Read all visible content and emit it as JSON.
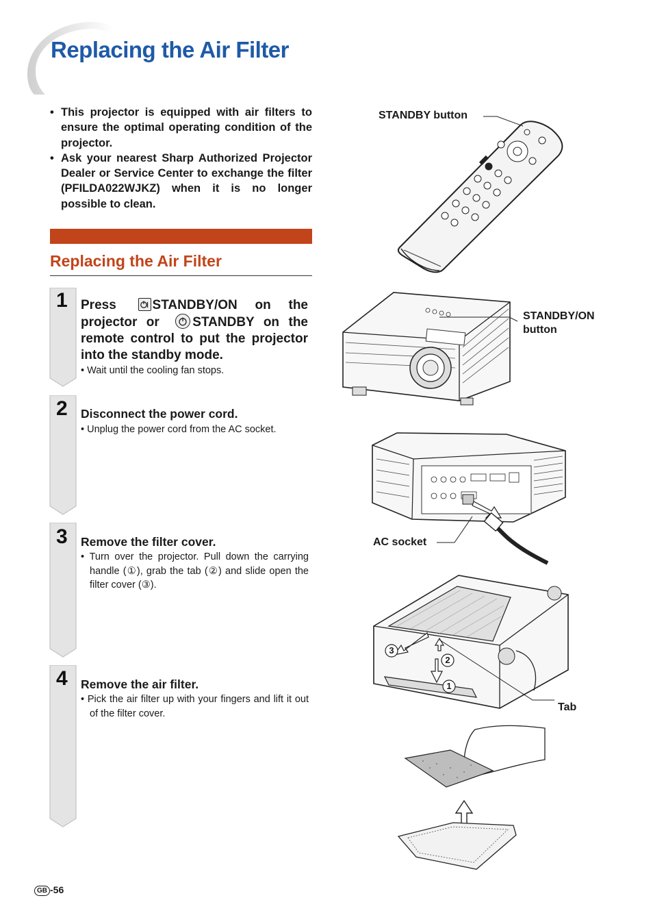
{
  "page": {
    "title": "Replacing the Air Filter",
    "page_number_prefix": "GB",
    "page_number": "-56"
  },
  "intro": [
    "This projector is equipped with air filters to ensure the optimal operating condition of the projector.",
    "Ask your nearest Sharp Authorized Projector Dealer or Service Center to exchange the filter (PFILDA022WJKZ) when it is no longer possible to clean."
  ],
  "section": {
    "title": "Replacing the Air Filter"
  },
  "steps": [
    {
      "num": "1",
      "head_a": "Press ",
      "head_b": "STANDBY/ON on the projector or ",
      "head_c": "STANDBY on the remote control to put the projector into the standby mode.",
      "note": "Wait until the cooling fan stops."
    },
    {
      "num": "2",
      "head": "Disconnect the power cord.",
      "note": "Unplug the power cord from the AC socket."
    },
    {
      "num": "3",
      "head": "Remove the filter cover.",
      "note": "Turn over the projector. Pull down the carrying handle (①), grab the tab (②) and slide open the filter cover (③)."
    },
    {
      "num": "4",
      "head": "Remove the air filter.",
      "note": "Pick the air filter up with your fingers and lift it out of the filter cover."
    }
  ],
  "callouts": {
    "standby_button": "STANDBY button",
    "standby_on_button_1": "STANDBY/ON",
    "standby_on_button_2": "button",
    "ac_socket": "AC socket",
    "tab": "Tab",
    "marker_1": "1",
    "marker_2": "2",
    "marker_3": "3"
  },
  "colors": {
    "title_blue": "#1f5aa8",
    "section_orange": "#c1441a",
    "tab_gray": "#e4e4e4"
  },
  "icons": [
    "standby-on-icon",
    "standby-icon",
    "page-swoosh"
  ]
}
